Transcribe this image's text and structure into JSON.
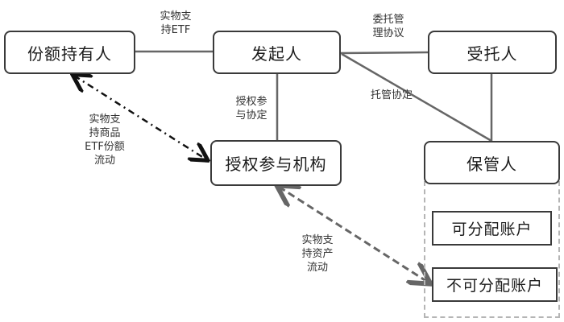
{
  "nodes": {
    "share_holder": "份额持有人",
    "sponsor": "发起人",
    "trustee": "受托人",
    "authorized_participant": "授权参与机构",
    "custodian": "保管人",
    "allocated_account": "可分配账户",
    "unallocated_account": "不可分配账户"
  },
  "edges": {
    "holder_sponsor": "实物支\n持ETF",
    "sponsor_trustee": "委托管\n理协议",
    "sponsor_custodian": "托管协定",
    "sponsor_ap": "授权参\n与协定",
    "holder_ap_flow": "实物支\n持商品\nETF份额\n流动",
    "ap_account_flow": "实物支\n持资产\n流动"
  },
  "colors": {
    "solid_line": "#666666",
    "dashdot_line": "#111111",
    "dashed_flow": "#666666",
    "group_border": "#b5b5b5"
  }
}
